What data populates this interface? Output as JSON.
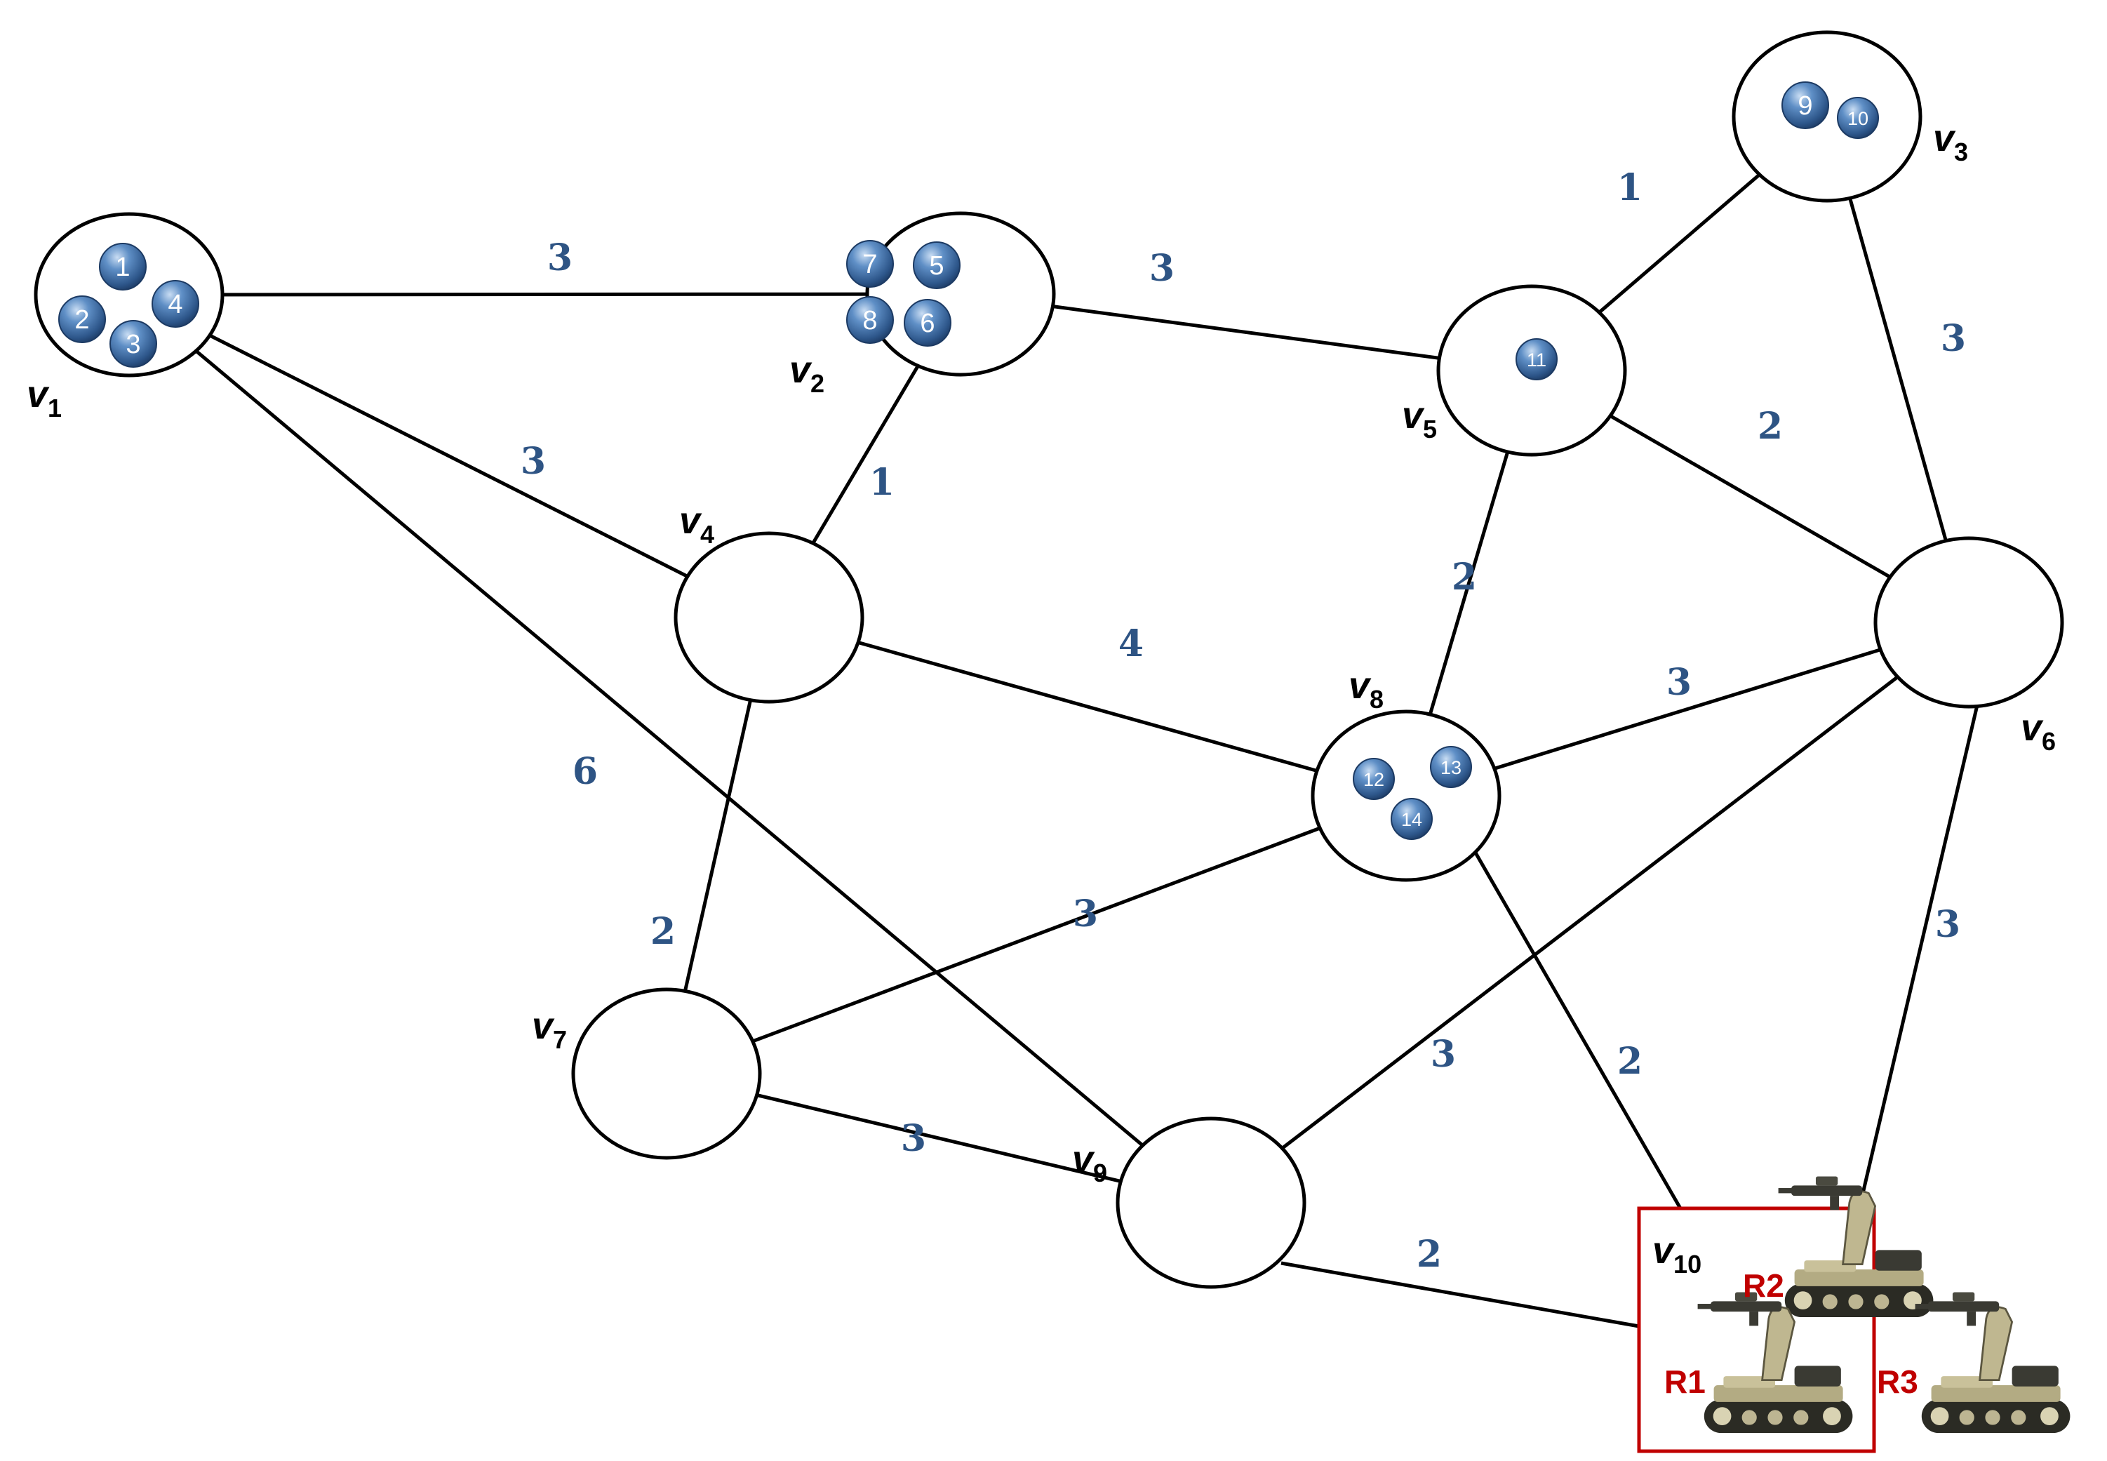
{
  "vertices": [
    {
      "id": "v1",
      "name": "v",
      "sub": "1",
      "tokens": [
        "1",
        "2",
        "3",
        "4"
      ]
    },
    {
      "id": "v2",
      "name": "v",
      "sub": "2",
      "tokens": [
        "7",
        "5",
        "8",
        "6"
      ]
    },
    {
      "id": "v3",
      "name": "v",
      "sub": "3",
      "tokens": [
        "9",
        "10"
      ]
    },
    {
      "id": "v4",
      "name": "v",
      "sub": "4",
      "tokens": []
    },
    {
      "id": "v5",
      "name": "v",
      "sub": "5",
      "tokens": [
        "11"
      ]
    },
    {
      "id": "v6",
      "name": "v",
      "sub": "6",
      "tokens": []
    },
    {
      "id": "v7",
      "name": "v",
      "sub": "7",
      "tokens": []
    },
    {
      "id": "v8",
      "name": "v",
      "sub": "8",
      "tokens": [
        "12",
        "13",
        "14"
      ]
    },
    {
      "id": "v9",
      "name": "v",
      "sub": "9",
      "tokens": []
    },
    {
      "id": "v10",
      "name": "v",
      "sub": "10",
      "tokens": []
    }
  ],
  "edges": [
    {
      "from": "v1",
      "to": "v2",
      "weight": "3"
    },
    {
      "from": "v1",
      "to": "v4",
      "weight": "3"
    },
    {
      "from": "v1",
      "to": "v9",
      "weight": "6"
    },
    {
      "from": "v2",
      "to": "v5",
      "weight": "3"
    },
    {
      "from": "v2",
      "to": "v4",
      "weight": "1"
    },
    {
      "from": "v5",
      "to": "v3",
      "weight": "1"
    },
    {
      "from": "v3",
      "to": "v6",
      "weight": "3"
    },
    {
      "from": "v5",
      "to": "v6",
      "weight": "2"
    },
    {
      "from": "v5",
      "to": "v8",
      "weight": "2"
    },
    {
      "from": "v4",
      "to": "v8",
      "weight": "4"
    },
    {
      "from": "v4",
      "to": "v7",
      "weight": "2"
    },
    {
      "from": "v8",
      "to": "v6",
      "weight": "3"
    },
    {
      "from": "v8",
      "to": "v7",
      "weight": "3"
    },
    {
      "from": "v8",
      "to": "v10",
      "weight": "2"
    },
    {
      "from": "v6",
      "to": "v9",
      "weight": "3"
    },
    {
      "from": "v6",
      "to": "v10",
      "weight": "3"
    },
    {
      "from": "v7",
      "to": "v9",
      "weight": "3"
    },
    {
      "from": "v9",
      "to": "v10",
      "weight": "2"
    }
  ],
  "robots": [
    {
      "id": "R1",
      "label": "R1"
    },
    {
      "id": "R2",
      "label": "R2"
    },
    {
      "id": "R3",
      "label": "R3"
    }
  ],
  "colors": {
    "edge": "#000000",
    "weight": "#2e5484",
    "token": "#3b6ea8",
    "robot_label": "#c00000",
    "depot_border": "#c00000"
  }
}
